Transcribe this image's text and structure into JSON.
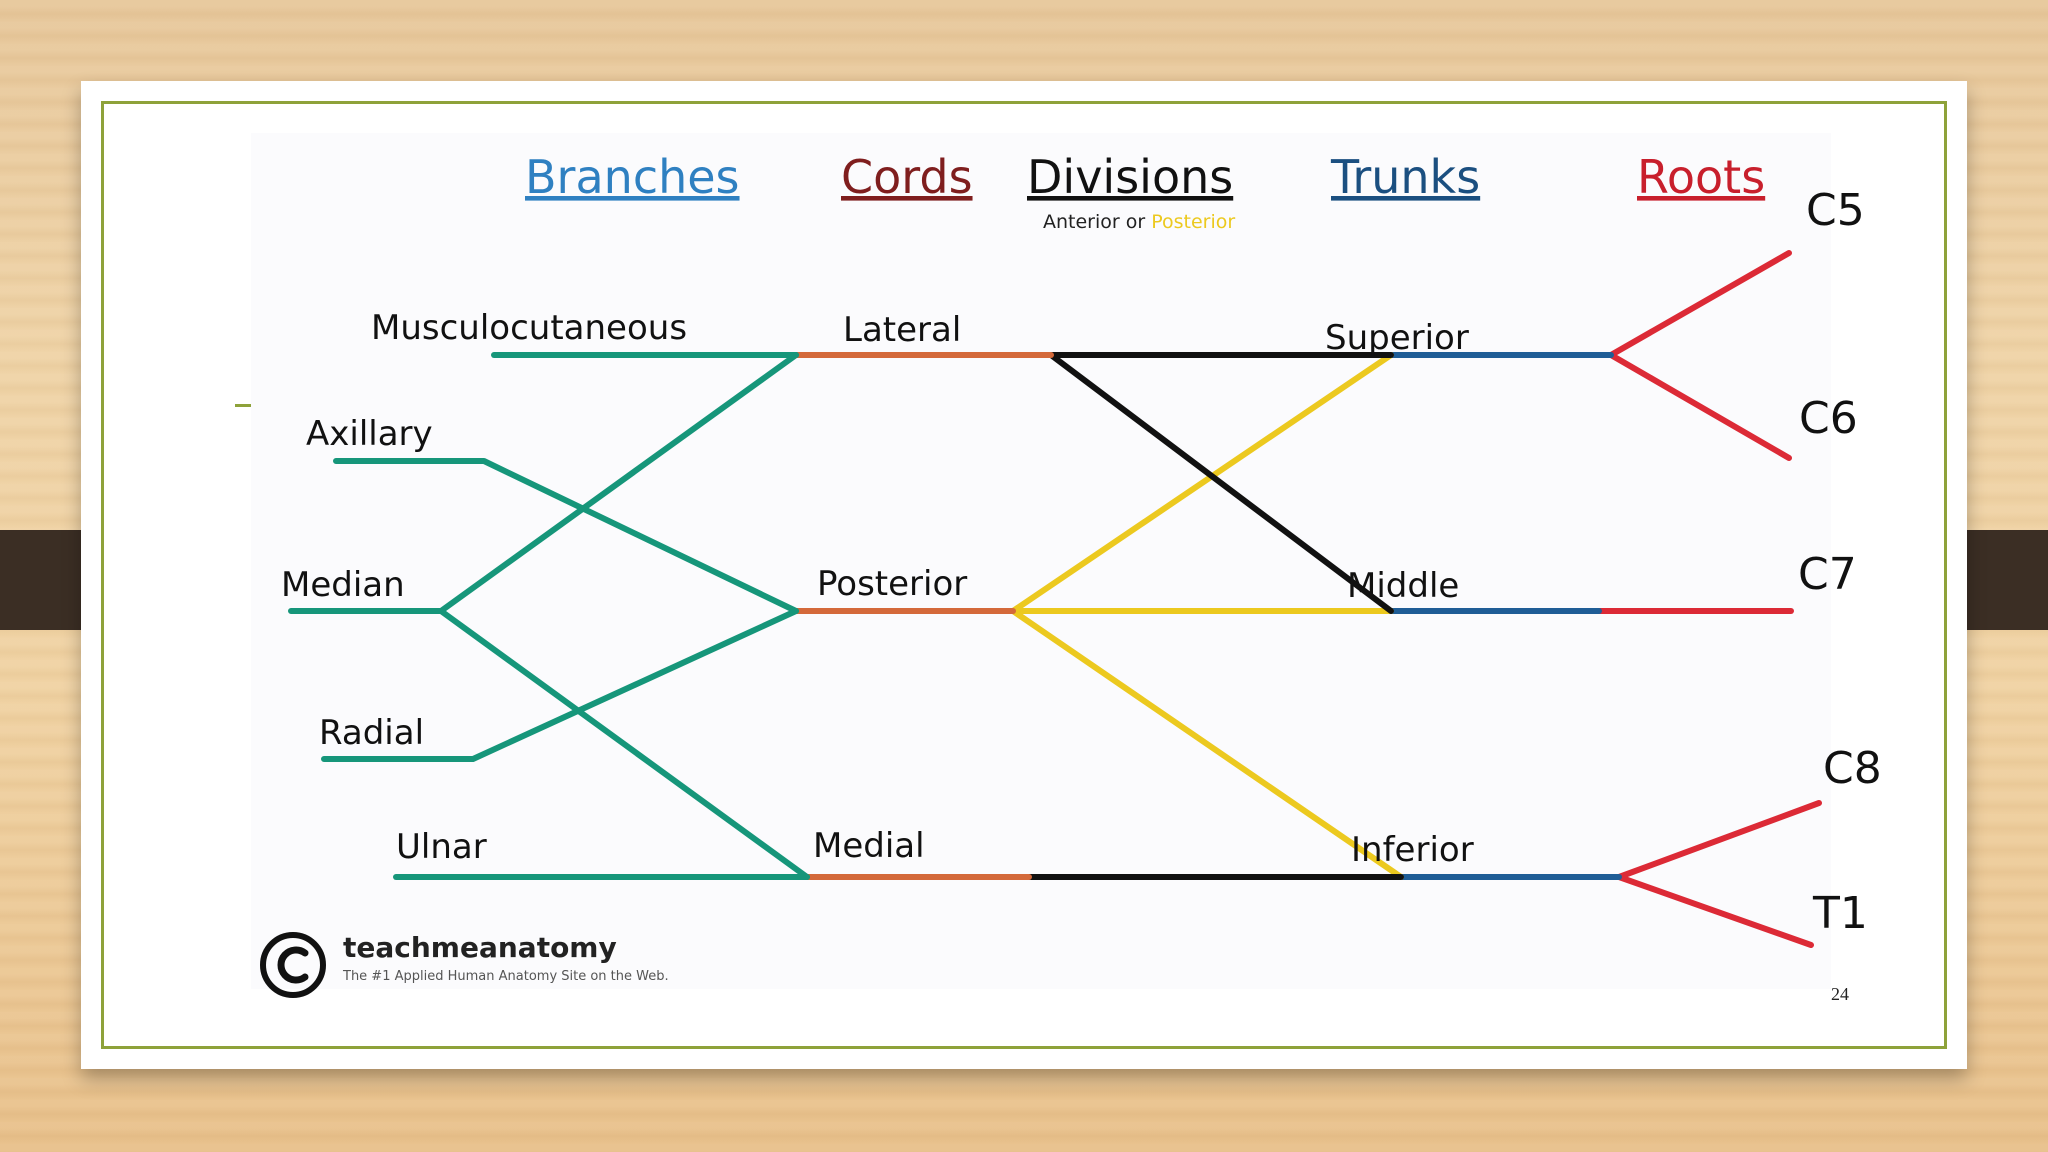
{
  "headers": {
    "branches": "Branches",
    "cords": "Cords",
    "divisions": "Divisions",
    "division_sub_anterior": "Anterior or",
    "division_sub_posterior": "Posterior",
    "trunks": "Trunks",
    "roots": "Roots"
  },
  "branches": [
    "Musculocutaneous",
    "Axillary",
    "Median",
    "Radial",
    "Ulnar"
  ],
  "cords": [
    "Lateral",
    "Posterior",
    "Medial"
  ],
  "trunks": [
    "Superior",
    "Middle",
    "Inferior"
  ],
  "roots": [
    "C5",
    "C6",
    "C7",
    "C8",
    "T1"
  ],
  "watermark": {
    "brand": "teachmeanatomy",
    "tagline": "The #1 Applied Human Anatomy Site on the Web."
  },
  "page_number": "24",
  "colors": {
    "branch_line": "#16967a",
    "cord_line": "#d4693a",
    "anterior_division": "#111111",
    "posterior_division": "#ecc91f",
    "trunk_line": "#1f5d96",
    "root_line": "#dc2a36",
    "header_branches": "#2f80c1",
    "header_cords": "#7f1e1e",
    "header_divisions": "#111111",
    "header_trunks": "#1b4f80",
    "header_roots": "#c81f2c"
  }
}
